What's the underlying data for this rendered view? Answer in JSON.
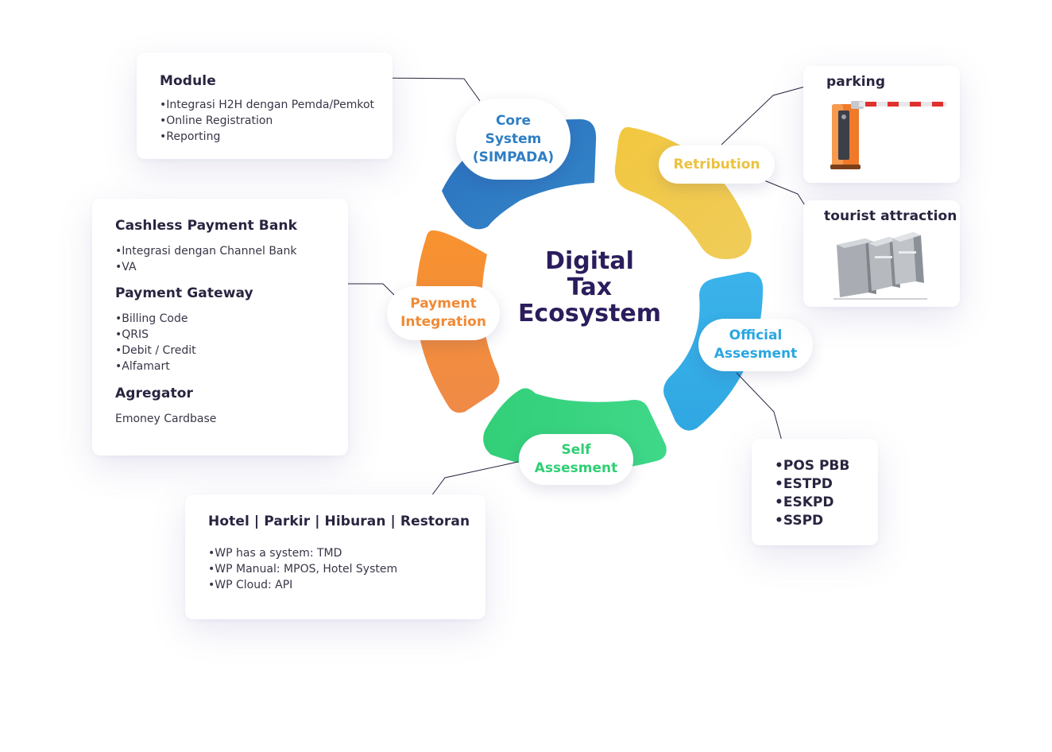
{
  "center": {
    "title": "Digital\nTax\nEcosystem"
  },
  "segments": {
    "core": {
      "label": "Core\nSystem\n(SIMPADA)",
      "color": "#2f7ec4"
    },
    "retribution": {
      "label": "Retribution",
      "color": "#f1c944"
    },
    "official": {
      "label": "Official\nAssesment",
      "color": "#36ace6"
    },
    "self": {
      "label": "Self\nAssesment",
      "color": "#36d27a"
    },
    "payment": {
      "label": "Payment\nIntegration",
      "color": "#f68b33"
    }
  },
  "module_card": {
    "title": "Module",
    "items": [
      "Integrasi H2H dengan Pemda/Pemkot",
      "Online Registration",
      "Reporting"
    ]
  },
  "payment_card": {
    "cashless_title": "Cashless Payment Bank",
    "cashless_items": [
      "Integrasi dengan Channel Bank",
      "VA"
    ],
    "gateway_title": "Payment Gateway",
    "gateway_items": [
      "Billing Code",
      "QRIS",
      "Debit / Credit",
      "Alfamart"
    ],
    "agregator_title": "Agregator",
    "agregator_text": "Emoney Cardbase"
  },
  "hotel_card": {
    "title": "Hotel | Parkir | Hiburan | Restoran",
    "items": [
      "WP has a system: TMD",
      "WP Manual: MPOS, Hotel System",
      "WP Cloud: API"
    ]
  },
  "parking_card": {
    "title": "parking"
  },
  "tourist_card": {
    "title": "tourist attraction"
  },
  "official_card": {
    "items": [
      "POS PBB",
      "ESTPD",
      "ESKPD",
      "SSPD"
    ]
  },
  "icons": {
    "parking": "parking-barrier-gate-icon",
    "tourist": "turnstile-gates-icon"
  }
}
